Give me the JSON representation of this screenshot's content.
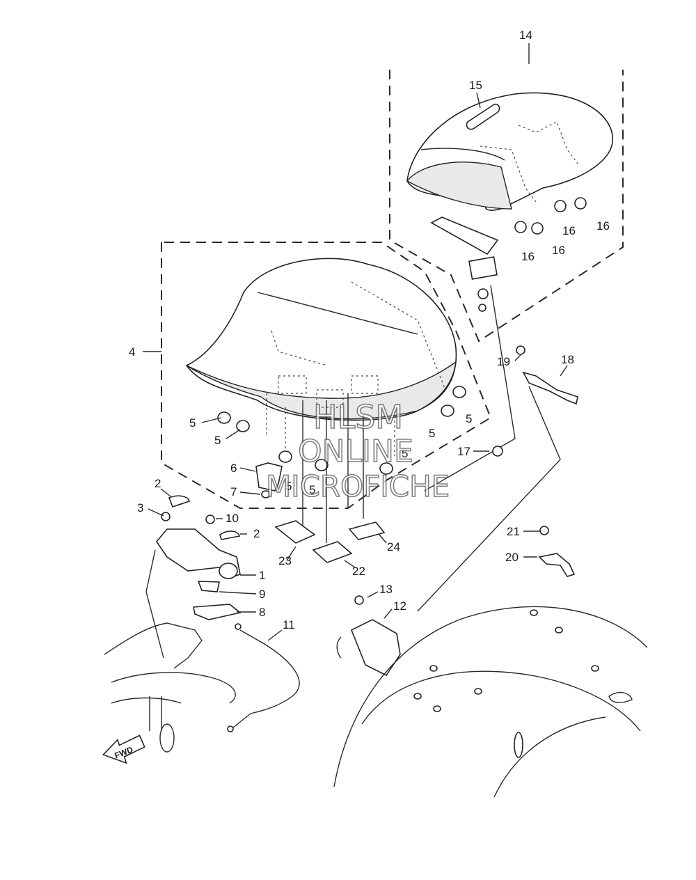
{
  "callouts": {
    "c1": "1",
    "c2a": "2",
    "c2b": "2",
    "c3": "3",
    "c4": "4",
    "c5a": "5",
    "c5b": "5",
    "c5c": "5",
    "c5d": "5",
    "c5e": "5",
    "c5f": "5",
    "c5g": "5",
    "c6": "6",
    "c7": "7",
    "c8": "8",
    "c9": "9",
    "c10": "10",
    "c11": "11",
    "c12": "12",
    "c13": "13",
    "c14": "14",
    "c15": "15",
    "c16a": "16",
    "c16b": "16",
    "c16c": "16",
    "c16d": "16",
    "c17": "17",
    "c18": "18",
    "c19": "19",
    "c20": "20",
    "c21": "21",
    "c22": "22",
    "c23": "23",
    "c24": "24"
  },
  "direction_arrow": "FWD",
  "watermark": {
    "line1": "HLSM",
    "line2": "ONLINE",
    "line3": "MICROFICHE"
  },
  "colors": {
    "ink": "#222222",
    "background": "#ffffff",
    "watermark_outline": "#555555"
  }
}
